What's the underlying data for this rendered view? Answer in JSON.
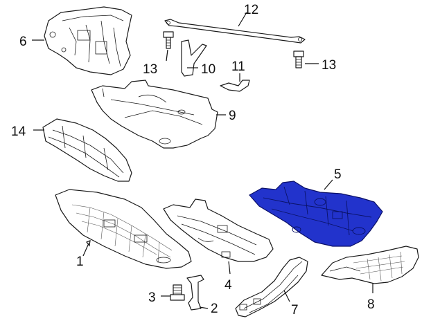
{
  "diagram": {
    "highlight_color": "#2233cc",
    "callouts": [
      {
        "id": "c1",
        "label": "1"
      },
      {
        "id": "c2",
        "label": "2"
      },
      {
        "id": "c3",
        "label": "3"
      },
      {
        "id": "c4",
        "label": "4"
      },
      {
        "id": "c5",
        "label": "5"
      },
      {
        "id": "c6",
        "label": "6"
      },
      {
        "id": "c7",
        "label": "7"
      },
      {
        "id": "c8",
        "label": "8"
      },
      {
        "id": "c9",
        "label": "9"
      },
      {
        "id": "c10",
        "label": "10"
      },
      {
        "id": "c11",
        "label": "11"
      },
      {
        "id": "c12",
        "label": "12"
      },
      {
        "id": "c13a",
        "label": "13"
      },
      {
        "id": "c13b",
        "label": "13"
      },
      {
        "id": "c14",
        "label": "14"
      }
    ]
  }
}
